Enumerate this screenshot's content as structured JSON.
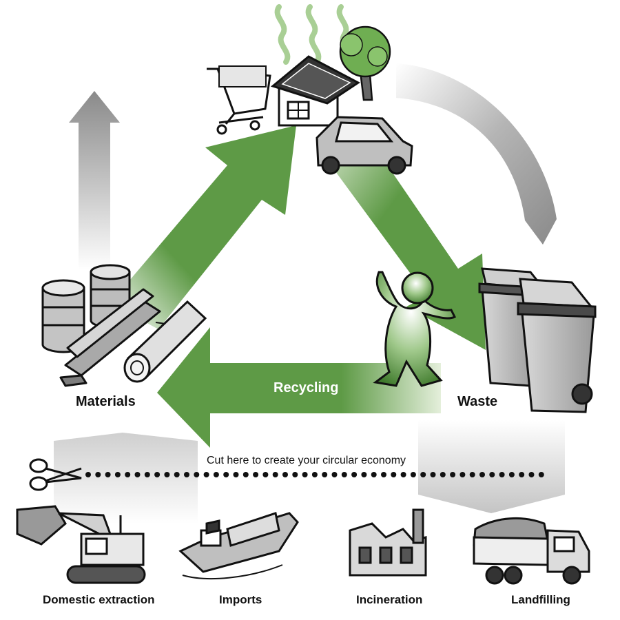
{
  "nodes": {
    "materials": "Materials",
    "waste": "Waste"
  },
  "flows": {
    "recycling": "Recycling"
  },
  "cut_line": {
    "text": "Cut here to create your circular economy",
    "icon": "scissors-icon"
  },
  "outputs": [
    {
      "label": "Domestic extraction",
      "icon": "excavator-icon"
    },
    {
      "label": "Imports",
      "icon": "cargo-ship-icon"
    },
    {
      "label": "Incineration",
      "icon": "factory-icon"
    },
    {
      "label": "Landfilling",
      "icon": "dump-truck-icon"
    }
  ],
  "use_icons": [
    "shopping-cart-icon",
    "solar-house-icon",
    "tree-icon",
    "car-icon"
  ],
  "material_icons": [
    "oil-barrel-icon",
    "steel-beam-icon",
    "log-icon"
  ],
  "waste_icons": [
    "wheelie-bin-icon"
  ],
  "colors": {
    "green": "#5e9a46",
    "dark_green": "#3f7a2c",
    "light_green": "#b9d7a6",
    "gray": "#8c8c8c",
    "light_gray": "#d0d0d0"
  }
}
